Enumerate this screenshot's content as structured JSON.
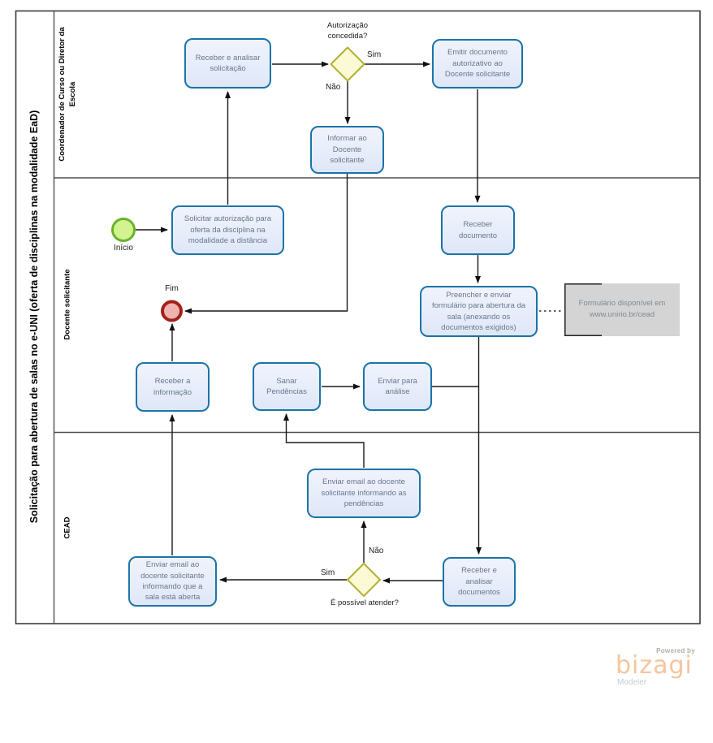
{
  "pool": {
    "title": "Solicitação para abertura de salas no e-UNI (oferta de disciplinas na modalidade EaD)",
    "lanes": {
      "coordenador": "Coordenador de Curso ou Diretor da\nEscola",
      "docente": "Docente  solicitante",
      "cead": "CEAD"
    }
  },
  "events": {
    "start": "Início",
    "end": "Fim"
  },
  "tasks": {
    "receber_analisar_solicitacao": "Receber  e analisar\nsolicitação",
    "emitir_documento": "Emitir documento\nautorizativo ao\nDocente solicitante",
    "informar_docente": "Informar ao\nDocente\nsolicitante",
    "solicitar_autorizacao": "Solicitar autorização para\noferta da disciplina na\nmodalidade a distância",
    "receber_documento": "Receber\ndocumento",
    "preencher_enviar": "Preencher e enviar\nformulário para abertura da\nsala (anexando os\ndocumentos exigidos)",
    "receber_informacao": "Receber a\ninformação",
    "sanar_pendencias": "Sanar\nPendências",
    "enviar_analise": "Enviar para\nanálise",
    "enviar_email_pendencias": "Enviar email ao docente\nsolicitante informando as\npendências",
    "receber_analisar_documentos": "Receber e\nanalisar\ndocumentos",
    "enviar_email_sala_aberta": "Enviar email ao\ndocente solicitante\ninformando que a\nsala está aberta"
  },
  "gateways": {
    "autorizacao": {
      "question": "Autorização\nconcedida?",
      "yes": "Sim",
      "no": "Não"
    },
    "atender": {
      "question": "É possível atender?",
      "yes": "Sim",
      "no": "Não"
    }
  },
  "annotation": "Formulário disponível em\nwww.unirio.br/cead",
  "watermark": {
    "powered_by": "Powered by",
    "brand": "bizagi",
    "product": "Modeler"
  },
  "colors": {
    "task_border": "#1b74a8",
    "task_fill": "#e9eefb",
    "gateway_border": "#b1b135",
    "gateway_fill": "#fbfad4",
    "start_border": "#69b32c",
    "start_fill": "#d3f390",
    "end_border": "#a3211b",
    "end_fill": "#efb3b0",
    "annotation_fill": "#d4d4d4",
    "brand": "#f6c59e"
  }
}
